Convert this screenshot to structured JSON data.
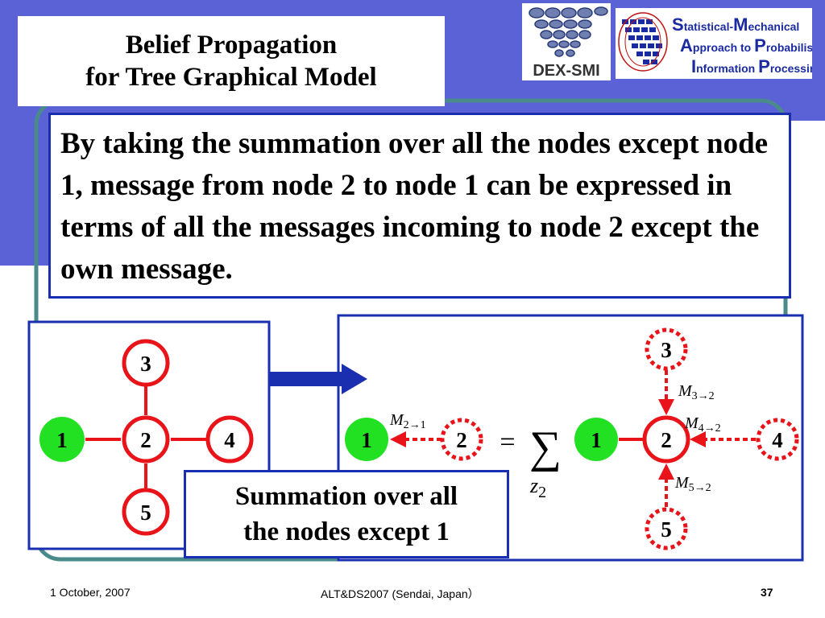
{
  "slide": {
    "title_line1": "Belief Propagation",
    "title_line2": "for Tree Graphical Model",
    "main_text": "By taking the summation over all the nodes except node 1, message from node 2 to node 1 can be expressed in terms of all the messages incoming to node 2 except the own message.",
    "summation_line1": "Summation over all",
    "summation_line2": "the nodes except 1",
    "footer_date": "1 October, 2007",
    "footer_conf": "ALT&DS2007 (Sendai, Japan）",
    "page_number": "37"
  },
  "logos": {
    "dex_smi": "DEX-SMI",
    "smapip_line1_cap": "S",
    "smapip_line1_a": "tatistical-",
    "smapip_line1_cap2": "M",
    "smapip_line1_b": "echanical",
    "smapip_line2_cap": "A",
    "smapip_line2_a": "pproach to ",
    "smapip_line2_cap2": "P",
    "smapip_line2_b": "robabilistic",
    "smapip_line3_cap": "I",
    "smapip_line3_a": "nformation ",
    "smapip_line3_cap2": "P",
    "smapip_line3_b": "rocessing"
  },
  "left_tree": {
    "node1": "1",
    "node2": "2",
    "node3": "3",
    "node4": "4",
    "node5": "5"
  },
  "right_diagram": {
    "lhs_node1": "1",
    "lhs_node2": "2",
    "lhs_msg_M": "M",
    "lhs_msg_sub": "2→1",
    "equals": "=",
    "sigma": "∑",
    "sum_var": "z",
    "sum_var_sub": "2",
    "node1": "1",
    "node2": "2",
    "node3": "3",
    "node4": "4",
    "node5": "5",
    "msg_32_M": "M",
    "msg_32_sub": "3→2",
    "msg_42_M": "M",
    "msg_42_sub": "4→2",
    "msg_52_M": "M",
    "msg_52_sub": "5→2"
  },
  "colors": {
    "theme_blue": "#5b62d6",
    "frame_blue": "#1a2fb0",
    "node_red": "#e8141a",
    "node_green": "#22e022"
  }
}
